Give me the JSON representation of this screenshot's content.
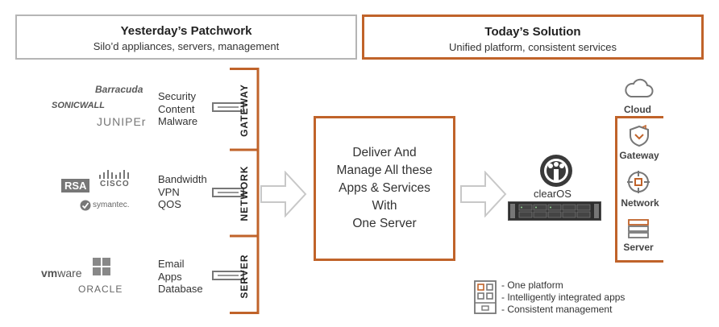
{
  "header_left": {
    "title": "Yesterday’s Patchwork",
    "subtitle": "Silo’d appliances, servers, management"
  },
  "header_right": {
    "title": "Today’s Solution",
    "subtitle": "Unified platform, consistent services"
  },
  "vendors": {
    "barracuda": "Barracuda",
    "sonicwall": "SONICWALL",
    "juniper": "JUNIPEr",
    "rsa": "RSA",
    "cisco": "CISCO",
    "symantec": "symantec.",
    "vmware_vm": "vm",
    "vmware_ware": "ware",
    "oracle": "ORACLE"
  },
  "groups": [
    {
      "label": "GATEWAY",
      "services": [
        "Security",
        "Content",
        "Malware"
      ]
    },
    {
      "label": "NETWORK",
      "services": [
        "Bandwidth",
        "VPN",
        "QOS"
      ]
    },
    {
      "label": "SERVER",
      "services": [
        "Email",
        "Apps",
        "Database"
      ]
    }
  ],
  "center": {
    "lines": [
      "Deliver And",
      "Manage All these",
      "Apps & Services",
      "With",
      "One Server"
    ]
  },
  "brand": "clearOS",
  "right_items": {
    "cloud": "Cloud",
    "gateway": "Gateway",
    "network": "Network",
    "server": "Server"
  },
  "legend": {
    "items": [
      "- One platform",
      "- Intelligently integrated apps",
      "- Consistent management"
    ]
  },
  "colors": {
    "accent": "#c0632a",
    "gray_border": "#b5b5b5",
    "arrow": "#c8c8c8"
  }
}
